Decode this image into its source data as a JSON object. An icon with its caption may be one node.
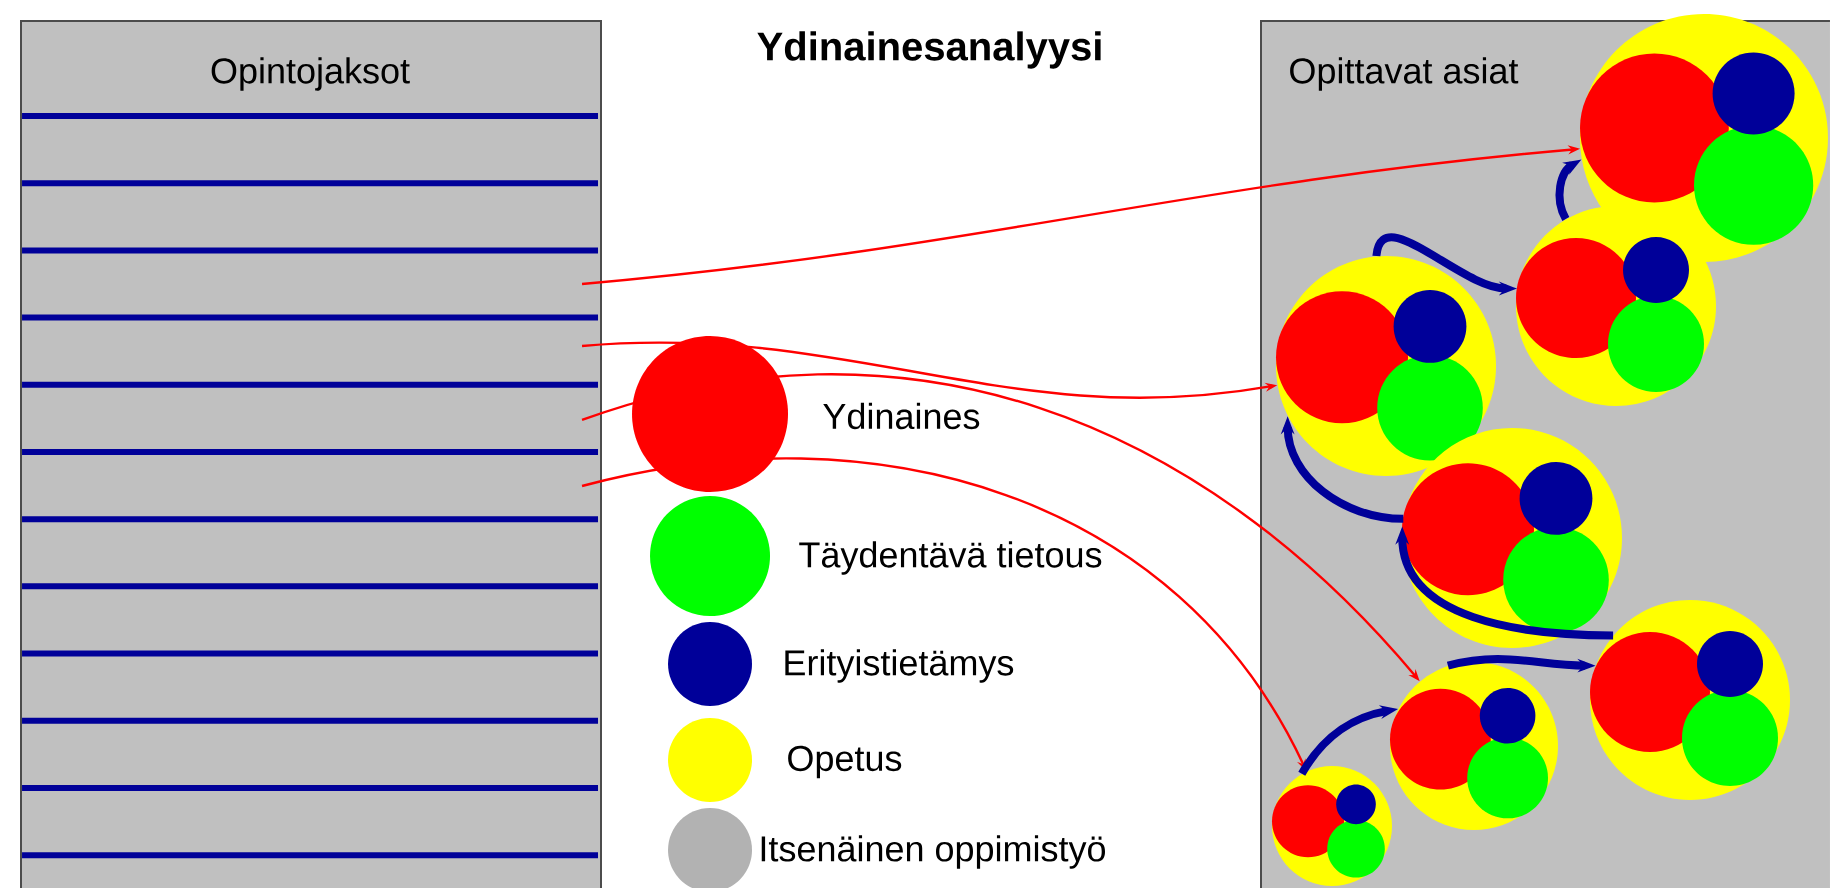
{
  "diagram": {
    "title": "Ydinainesanalyysi",
    "nodes": [
      {
        "text": [
          "Opintojaksot"
        ]
      },
      {
        "text": [
          "Opittavat asiat"
        ]
      },
      {
        "text": [],
        "shape": "circle",
        "in": 1
      },
      {
        "text": [],
        "shape": "circle",
        "in": 1
      },
      {
        "text": [],
        "shape": "circle",
        "in": 1
      },
      {
        "text": [],
        "shape": "circle",
        "in": 1
      },
      {
        "text": [],
        "shape": "circle",
        "in": 1
      },
      {
        "text": [],
        "shape": "circle",
        "in": 1
      },
      {
        "text": [],
        "shape": "circle",
        "in": 1
      }
    ],
    "edges": [
      {
        "from": 0,
        "to": 2,
        "arrow": "to",
        "color": "#ff0000"
      },
      {
        "from": 0,
        "to": 4,
        "arrow": "to",
        "color": "#ff0000"
      },
      {
        "from": 0,
        "to": 7,
        "arrow": "to",
        "color": "#ff0000"
      },
      {
        "from": 0,
        "to": 8,
        "arrow": "to",
        "color": "#ff0000"
      },
      {
        "from": 8,
        "to": 7,
        "arrow": "to"
      },
      {
        "from": 7,
        "to": 6,
        "arrow": "to"
      },
      {
        "from": 6,
        "to": 5,
        "arrow": "to"
      },
      {
        "from": 5,
        "to": 4,
        "arrow": "to"
      },
      {
        "from": 4,
        "to": 3,
        "arrow": "to"
      },
      {
        "from": 3,
        "to": 2,
        "arrow": "to"
      }
    ],
    "legend": [
      {
        "text": "Ydinaines",
        "color": "#ff0000"
      },
      {
        "text": "Täydentävä tietous",
        "color": "#00ff00"
      },
      {
        "text": "Erityistietämys",
        "color": "#000099"
      },
      {
        "text": "Opetus",
        "color": "#ffff00"
      },
      {
        "text": "Itsenäinen oppimistyö",
        "color": "#b2b2b2"
      }
    ]
  }
}
